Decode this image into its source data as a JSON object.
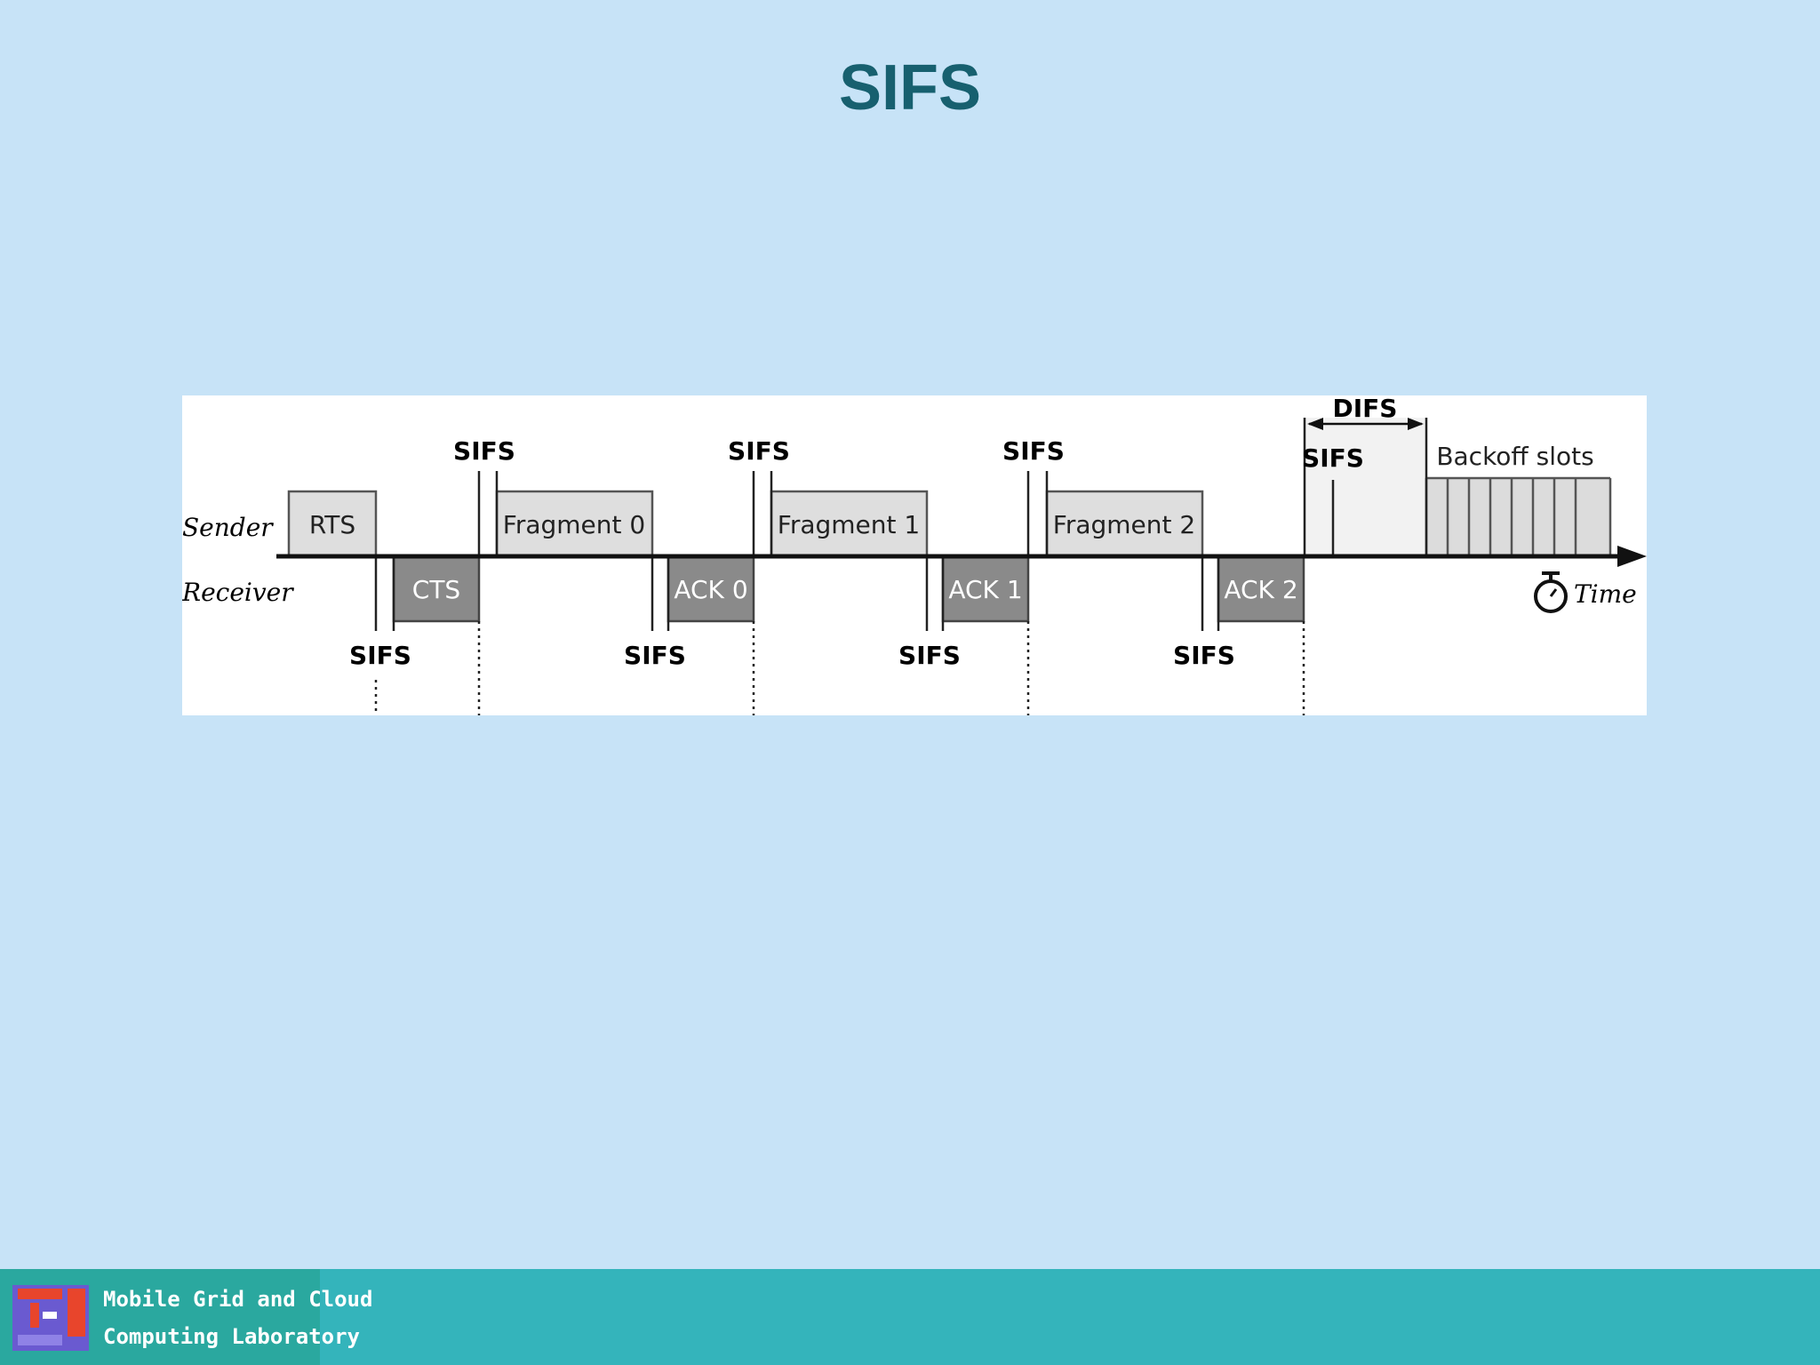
{
  "slide": {
    "title": "SIFS"
  },
  "diagram": {
    "sender_label": "Sender",
    "receiver_label": "Receiver",
    "sifs_label": "SIFS",
    "difs_label": "DIFS",
    "backoff_label": "Backoff slots",
    "time_label": "Time",
    "sender_frames": [
      "RTS",
      "Fragment 0",
      "Fragment 1",
      "Fragment 2"
    ],
    "receiver_frames": [
      "CTS",
      "ACK 0",
      "ACK 1",
      "ACK 2"
    ]
  },
  "footer": {
    "line1": "Mobile Grid and Cloud",
    "line2": "Computing Laboratory",
    "logo_colors": [
      "#e8452c",
      "#6a5ad0",
      "#ffffff"
    ]
  }
}
